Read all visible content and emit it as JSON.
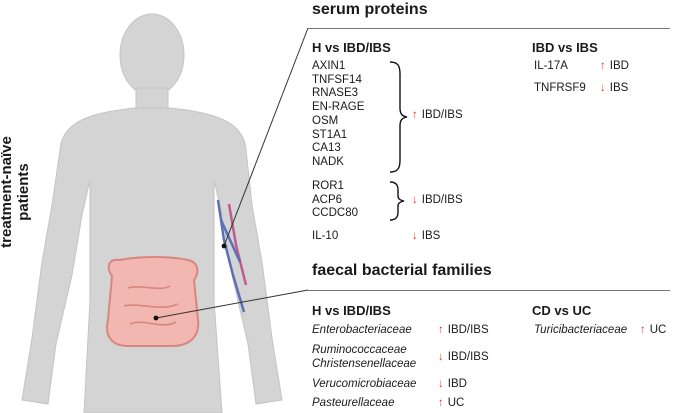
{
  "side_label": "treatment-naïve patients",
  "serum": {
    "title": "serum proteins",
    "h_vs_ibd_ibs": {
      "heading": "H vs IBD/IBS",
      "group_up": {
        "proteins": [
          "AXIN1",
          "TNFSF14",
          "RNASE3",
          "EN-RAGE",
          "OSM",
          "ST1A1",
          "CA13",
          "NADK"
        ],
        "direction": "up",
        "arrow": "↑",
        "label": "IBD/IBS"
      },
      "group_down": {
        "proteins": [
          "ROR1",
          "ACP6",
          "CCDC80"
        ],
        "direction": "down",
        "arrow": "↓",
        "label": "IBD/IBS"
      },
      "single": {
        "protein": "IL-10",
        "direction": "down",
        "arrow": "↓",
        "label": "IBS"
      }
    },
    "ibd_vs_ibs": {
      "heading": "IBD vs IBS",
      "rows": [
        {
          "protein": "IL-17A",
          "direction": "up",
          "arrow": "↑",
          "label": "IBD"
        },
        {
          "protein": "TNFRSF9",
          "direction": "down",
          "arrow": "↓",
          "label": "IBS"
        }
      ]
    }
  },
  "faecal": {
    "title": "faecal bacterial families",
    "h_vs_ibd_ibs": {
      "heading": "H vs IBD/IBS",
      "rows": [
        {
          "families": [
            "Enterobacteriaceae"
          ],
          "direction": "up",
          "arrow": "↑",
          "label": "IBD/IBS"
        },
        {
          "families": [
            "Ruminococcaceae",
            "Christensenellaceae"
          ],
          "direction": "down",
          "arrow": "↓",
          "label": "IBD/IBS"
        },
        {
          "families": [
            "Verucomicrobiaceae"
          ],
          "direction": "down",
          "arrow": "↓",
          "label": "IBD"
        },
        {
          "families": [
            "Pasteurellaceae"
          ],
          "direction": "up",
          "arrow": "↑",
          "label": "UC"
        }
      ]
    },
    "cd_vs_uc": {
      "heading": "CD vs UC",
      "rows": [
        {
          "family": "Turicibacteriaceae",
          "direction": "up",
          "arrow": "↑",
          "label": "UC"
        }
      ]
    }
  },
  "colors": {
    "arrow": "#e0441b",
    "body": "#d6d6d6",
    "colon": "#f2b7b0",
    "vein": "#5a6fb5"
  }
}
